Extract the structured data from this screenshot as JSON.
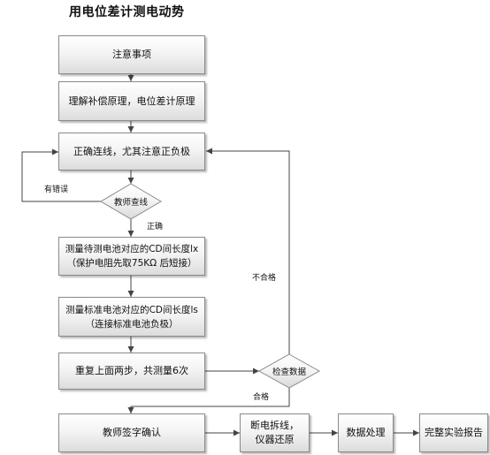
{
  "title": "用电位差计测电动势",
  "steps": {
    "notes": "注意事项",
    "understand": "理解补偿原理，电位差计原理",
    "wire": "正确连线，尤其注意正负极",
    "measure_x_line1": "测量待测电池对应的CD间长度lx",
    "measure_x_line2": "（保护电阻先取75KΩ 后短接）",
    "measure_s_line1": "测量标准电池对应的CD间长度ls",
    "measure_s_line2": "（连接标准电池负极）",
    "repeat": "重复上面两步，共测量6次",
    "sign": "教师签字确认",
    "disconnect_line1": "断电拆线，",
    "disconnect_line2": "仪器还原",
    "process": "数据处理",
    "report": "完整实验报告"
  },
  "decisions": {
    "teacher_check": "教师查线",
    "check_data": "检查数据"
  },
  "labels": {
    "error": "有错误",
    "correct": "正确",
    "unqualified": "不合格",
    "qualified": "合格"
  }
}
